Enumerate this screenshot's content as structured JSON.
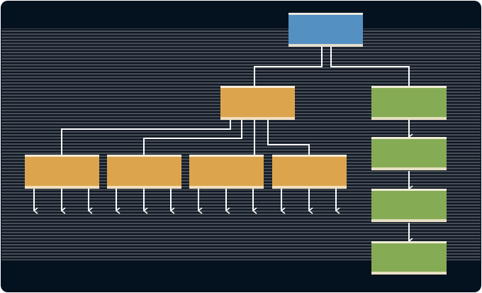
{
  "colors": {
    "background": "#04111f",
    "stripe": "#4b525b",
    "root": "#5490c2",
    "branch": "#dca54d",
    "chain": "#86ab55",
    "connector": "#ffffff"
  },
  "diagram": {
    "root": {
      "label": ""
    },
    "left_branch": {
      "label": "",
      "children": 4,
      "arrows_per_child": 3
    },
    "right_branch": {
      "label": "",
      "chain_length": 4
    }
  }
}
